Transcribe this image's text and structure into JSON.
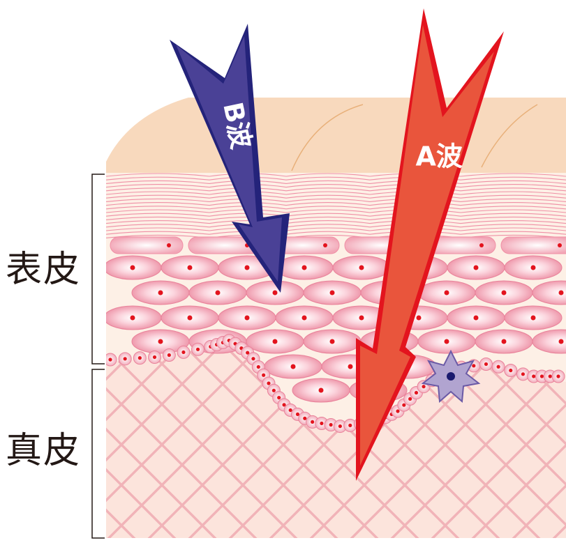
{
  "labels": {
    "epidermis": "表皮",
    "dermis": "真皮",
    "arrow_b": "B波",
    "arrow_a": "A波"
  },
  "colors": {
    "arrow_b_fill": "#4a4196",
    "arrow_b_edge": "#24237a",
    "arrow_a_fill": "#e9553c",
    "arrow_a_edge": "#e3141e",
    "surface": "#f8d9bd",
    "epidermis_cell": "#ef9aad",
    "cell_nucleus": "#e3141e",
    "dermis": "#fce4dc",
    "dermis_mesh": "#f1b3b8",
    "melanocyte": "#b1a4d0"
  }
}
